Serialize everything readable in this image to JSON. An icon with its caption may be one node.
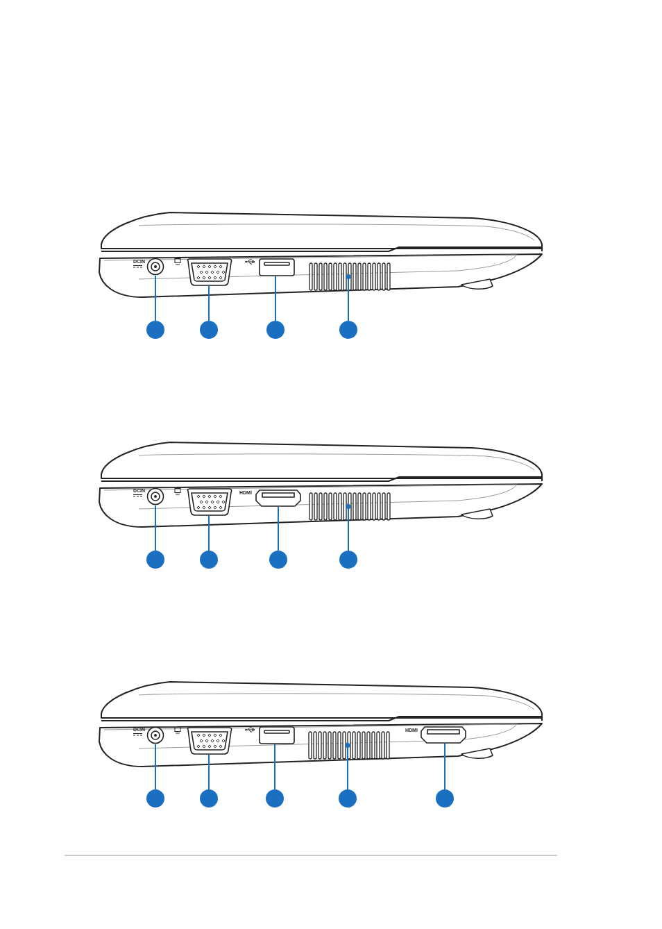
{
  "diagram": {
    "nodes": [
      {
        "text": [],
        "shape": "picture"
      },
      {
        "text": [],
        "shape": "picture"
      },
      {
        "text": [],
        "shape": "picture"
      },
      {
        "text": [],
        "shape": "picture"
      },
      {
        "text": [],
        "shape": "circle"
      },
      {
        "text": [],
        "shape": "circle"
      },
      {
        "text": [],
        "shape": "circle"
      },
      {
        "text": [],
        "shape": "circle"
      },
      {
        "text": [],
        "shape": "picture"
      },
      {
        "text": [],
        "shape": "picture"
      },
      {
        "text": [],
        "shape": "picture"
      },
      {
        "text": [],
        "shape": "picture"
      },
      {
        "text": [],
        "shape": "circle"
      },
      {
        "text": [],
        "shape": "circle"
      },
      {
        "text": [],
        "shape": "circle"
      },
      {
        "text": [],
        "shape": "circle"
      },
      {
        "text": [],
        "shape": "picture"
      },
      {
        "text": [],
        "shape": "picture"
      },
      {
        "text": [],
        "shape": "picture"
      },
      {
        "text": [],
        "shape": "picture"
      },
      {
        "text": [],
        "shape": "picture"
      },
      {
        "text": [],
        "shape": "circle"
      },
      {
        "text": [],
        "shape": "circle"
      },
      {
        "text": [],
        "shape": "circle"
      },
      {
        "text": [],
        "shape": "circle"
      },
      {
        "text": [],
        "shape": "circle"
      }
    ],
    "edges": [
      {
        "from": 4,
        "to": 0,
        "arrow": "none"
      },
      {
        "from": 5,
        "to": 1,
        "arrow": "none"
      },
      {
        "from": 6,
        "to": 2,
        "arrow": "none"
      },
      {
        "from": 7,
        "to": 3,
        "arrow": "other"
      },
      {
        "from": 12,
        "to": 8,
        "arrow": "none"
      },
      {
        "from": 13,
        "to": 9,
        "arrow": "none"
      },
      {
        "from": 14,
        "to": 10,
        "arrow": "none"
      },
      {
        "from": 15,
        "to": 11,
        "arrow": "other"
      },
      {
        "from": 21,
        "to": 16,
        "arrow": "none"
      },
      {
        "from": 22,
        "to": 17,
        "arrow": "none"
      },
      {
        "from": 23,
        "to": 18,
        "arrow": "none"
      },
      {
        "from": 24,
        "to": 19,
        "arrow": "other"
      },
      {
        "from": 25,
        "to": 20,
        "arrow": "none"
      }
    ],
    "labels": [
      "DCIN",
      "DCIN",
      "HDMI",
      "DCIN",
      "HDMI"
    ]
  }
}
